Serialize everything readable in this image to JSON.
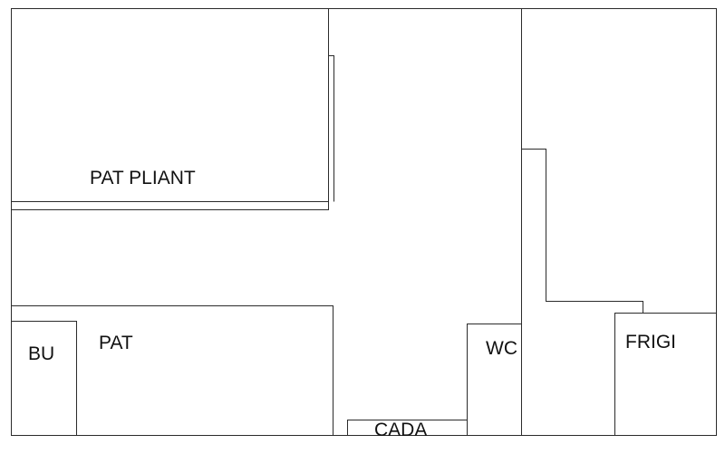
{
  "floor_plan": {
    "labels": {
      "pat_pliant": "PAT PLIANT",
      "pat": "PAT",
      "bu": "BU",
      "cada": "CADA",
      "wc": "WC",
      "frigi": "FRIGI"
    }
  },
  "colors": {
    "background": "#ffffff",
    "line": "#2b2b2b",
    "text": "#111111"
  }
}
